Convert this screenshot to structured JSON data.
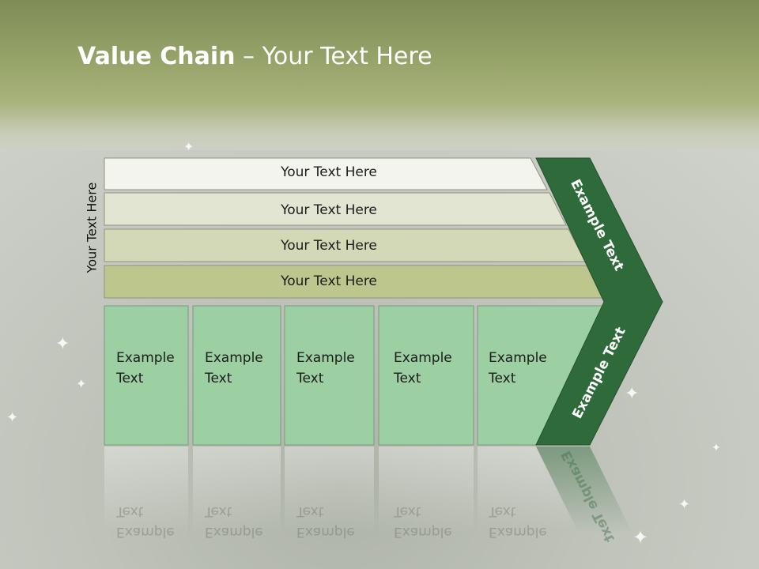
{
  "slide": {
    "title_bold": "Value Chain",
    "title_rest": " – Your Text Here",
    "vertical_label": "Your Text Here",
    "rows": [
      {
        "label": "Your Text Here",
        "fill": "#f3f4ed"
      },
      {
        "label": "Your Text Here",
        "fill": "#e2e5d1"
      },
      {
        "label": "Your Text Here",
        "fill": "#d3d9b6"
      },
      {
        "label": "Your Text Here",
        "fill": "#bdc68d"
      }
    ],
    "cells": [
      {
        "line1": "Example",
        "line2": "Text"
      },
      {
        "line1": "Example",
        "line2": "Text"
      },
      {
        "line1": "Example",
        "line2": "Text"
      },
      {
        "line1": "Example",
        "line2": "Text"
      },
      {
        "line1": "Example",
        "line2": "Text"
      }
    ],
    "chevron_upper_label": "Example Text",
    "chevron_lower_label": "Example Text",
    "colors": {
      "cell_fill": "#9ccfa1",
      "chevron_fill": "#2f6b3a",
      "title_color": "#ffffff"
    }
  }
}
